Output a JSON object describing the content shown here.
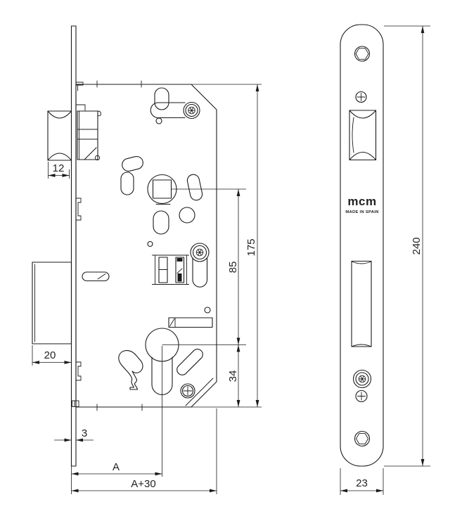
{
  "meta": {
    "type": "technical-drawing",
    "subject": "mortise door lock with euro cylinder, side view and faceplate view"
  },
  "views": {
    "side": {
      "dims": {
        "latch_projection": "12",
        "deadbolt_projection": "20",
        "faceplate_thickness": "3",
        "backset": "A",
        "case_depth": "A+30",
        "spindle_to_cylinder": "85",
        "cylinder_to_bottom": "34",
        "case_height": "175"
      }
    },
    "front": {
      "brand": "mcm",
      "origin": "MADE IN SPAIN",
      "dims": {
        "faceplate_height": "240",
        "faceplate_width": "23"
      }
    }
  }
}
